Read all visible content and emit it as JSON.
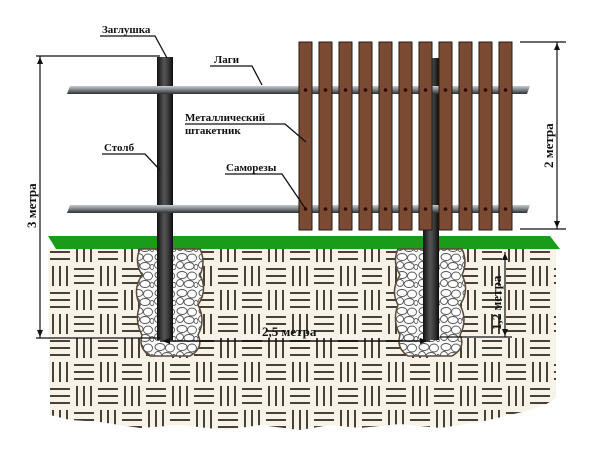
{
  "title": "Схема забора из металлического штакетника",
  "labels": {
    "cap": "Заглушка",
    "rails": "Лаги",
    "picket_line1": "Металлический",
    "picket_line2": "штакетник",
    "post": "Столб",
    "screws": "Саморезы"
  },
  "dimensions": {
    "post_height": "3 метра",
    "fence_height": "2 метра",
    "burial_depth": "1,2 метра",
    "post_spacing": "2,5 метра"
  },
  "colors": {
    "picket": "#7b4a33",
    "picket_outline": "#2a1a10",
    "ground": "#1a9c1a",
    "soil_bg": "#f7f3e8",
    "soil_lines": "#4a4038",
    "post": "#333333",
    "rail": "#8a8f94"
  },
  "picket_count": 11
}
